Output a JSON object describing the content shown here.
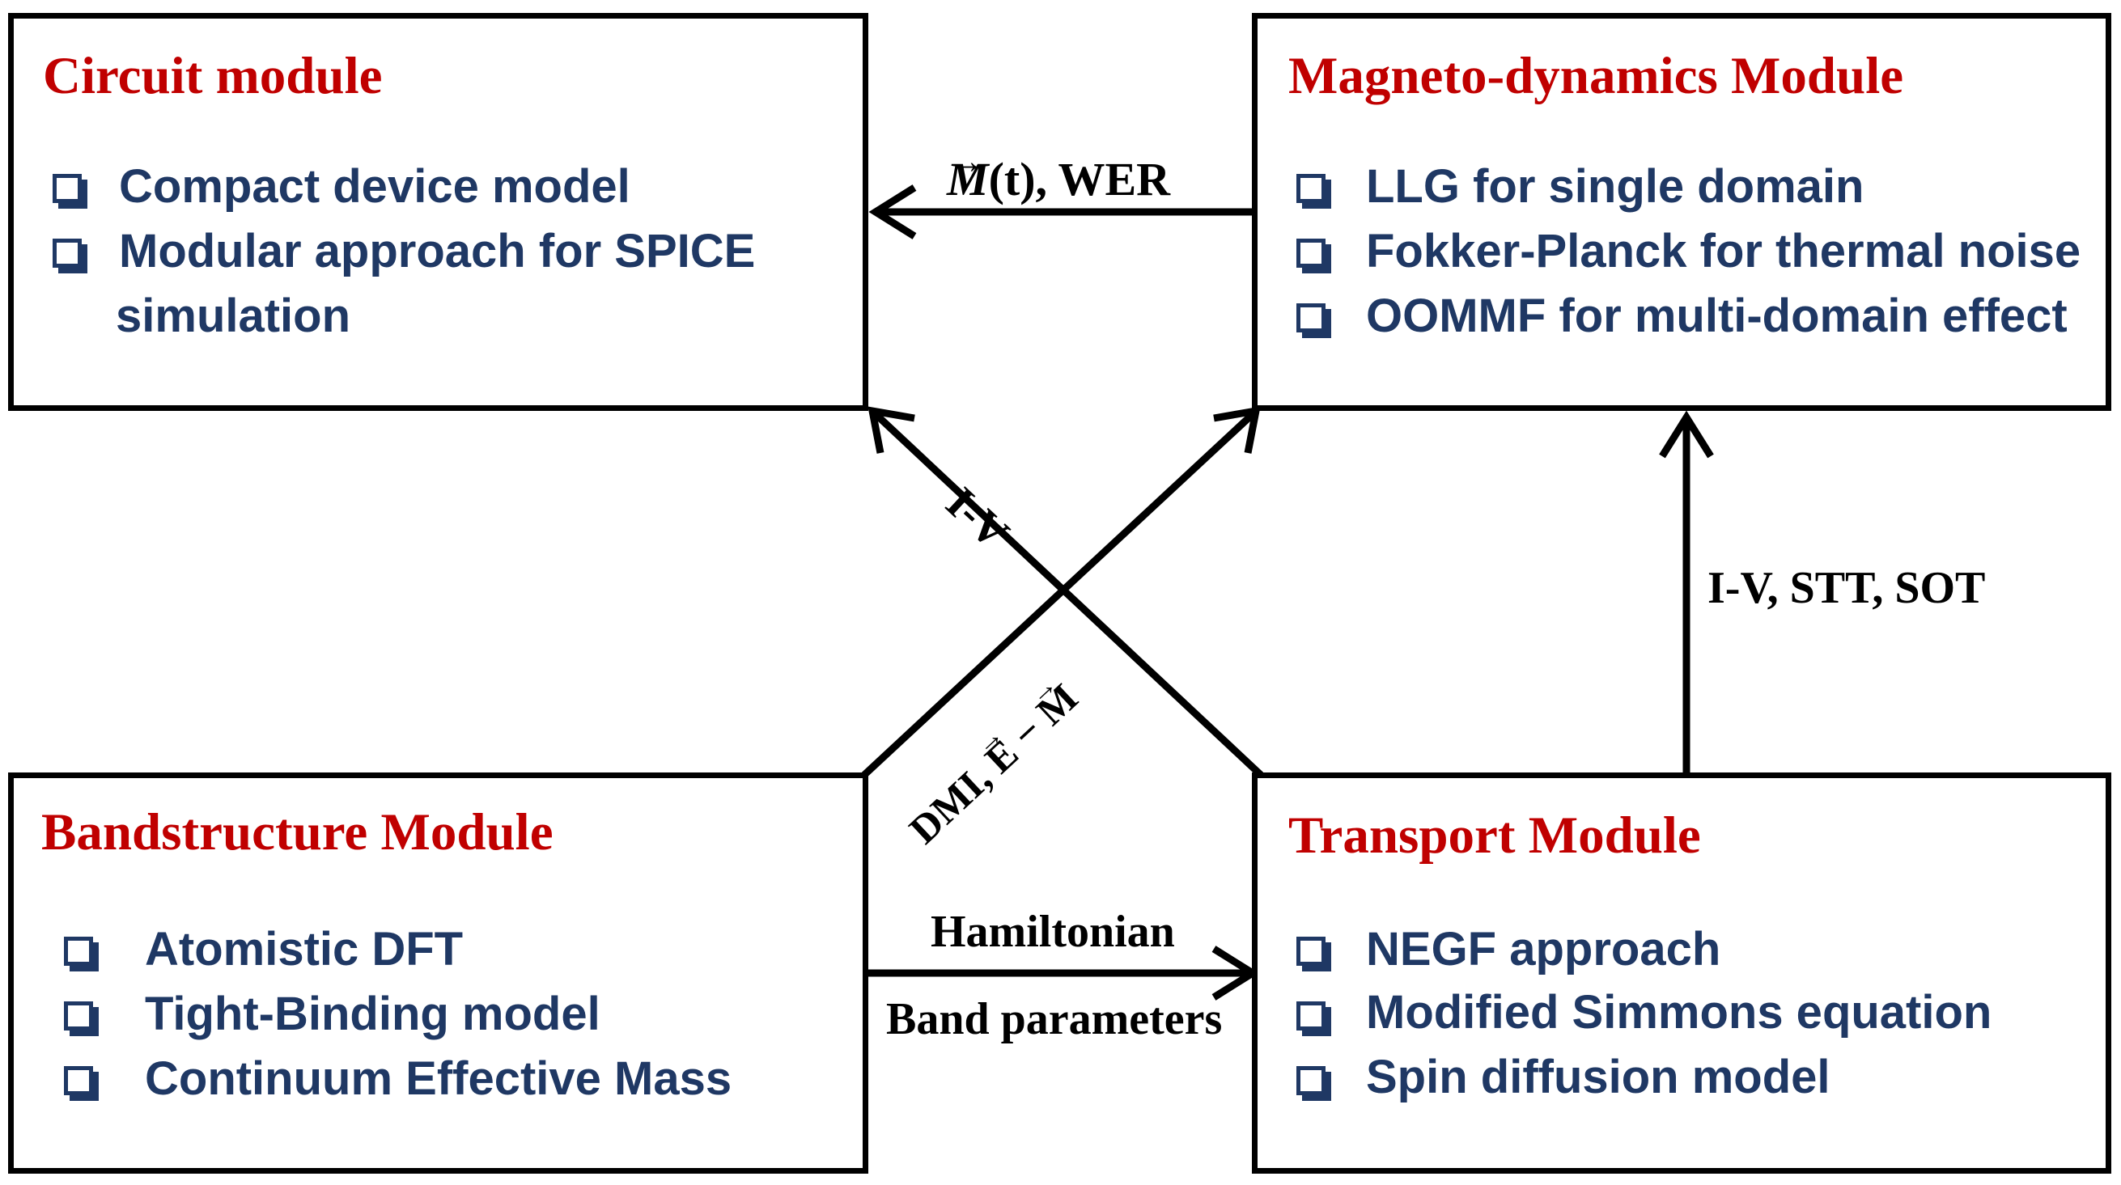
{
  "circuit": {
    "title": "Circuit module",
    "items": [
      "Compact device model",
      "Modular approach for SPICE",
      "simulation"
    ]
  },
  "magneto": {
    "title": "Magneto-dynamics Module",
    "items": [
      "LLG for single domain",
      "Fokker-Planck for thermal noise",
      "OOMMF for multi-domain effect"
    ]
  },
  "band": {
    "title": "Bandstructure Module",
    "items": [
      "Atomistic DFT",
      "Tight-Binding model",
      "Continuum Effective Mass"
    ]
  },
  "transport": {
    "title": "Transport Module",
    "items": [
      "NEGF approach",
      "Modified Simmons equation",
      "Spin diffusion model"
    ]
  },
  "labels": {
    "m_wer_symbol": "M",
    "m_wer_rest": "(t), WER",
    "iv": "I-V",
    "dmi_prefix": "DMI, ",
    "dmi_e": "E",
    "dmi_dash": " − ",
    "dmi_m": "M",
    "iv_stt_sot": "I-V, STT, SOT",
    "hamiltonian": "Hamiltonian",
    "band_parameters": "Band parameters"
  },
  "colors": {
    "title": "#c00000",
    "item": "#1f3864",
    "line": "#000000"
  }
}
